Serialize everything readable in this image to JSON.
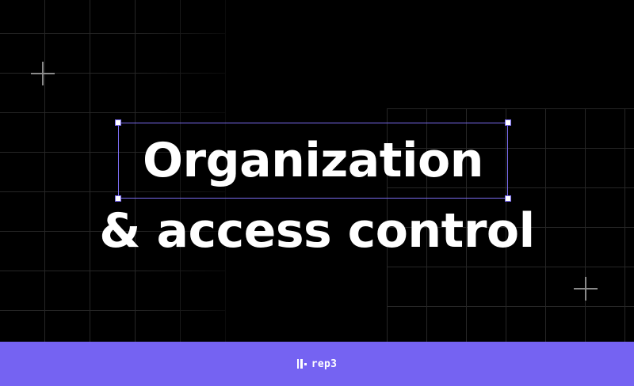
{
  "headline": {
    "line1": "Organization",
    "line2": "& access control"
  },
  "footer": {
    "brand": "rep3",
    "brand_icon": "rep3-logo-icon"
  },
  "colors": {
    "background": "#000000",
    "accent": "#7563f2",
    "selection_stroke": "#7a6cf0",
    "grid_line": "#262626",
    "text": "#ffffff"
  }
}
